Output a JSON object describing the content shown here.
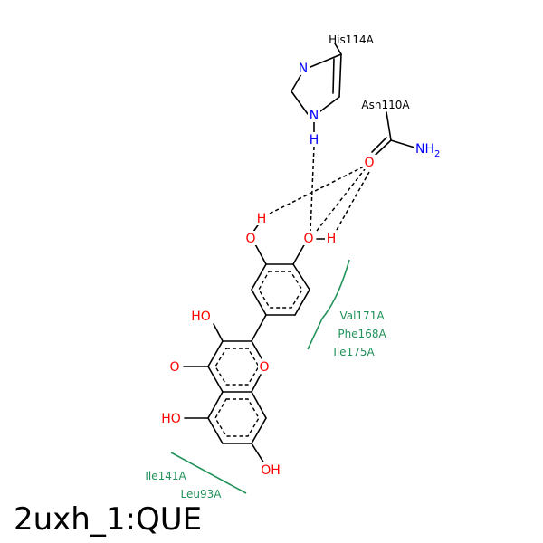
{
  "title": "2uxh_1:QUE",
  "colors": {
    "bond": "#000000",
    "oxygen": "#ff0000",
    "nitrogen": "#0000ff",
    "hydrophobic": "#22915a"
  },
  "residues": {
    "his": "His114A",
    "asn": "Asn110A",
    "val": "Val171A",
    "phe": "Phe168A",
    "ile175": "Ile175A",
    "ile141": "Ile141A",
    "leu": "Leu93A"
  },
  "atoms": {
    "n_imid_top": "N",
    "n_imid_bottom": "N",
    "h_his": "H",
    "o_asn": "O",
    "nh2_main": "NH",
    "nh2_sub": "2",
    "h_o3p": "H",
    "o_3p": "O",
    "o_4p": "O",
    "h_o4p": "H",
    "ho_3": "HO",
    "o_ring": "O",
    "o_keto": "O",
    "ho_5": "HO",
    "oh_7": "OH"
  }
}
